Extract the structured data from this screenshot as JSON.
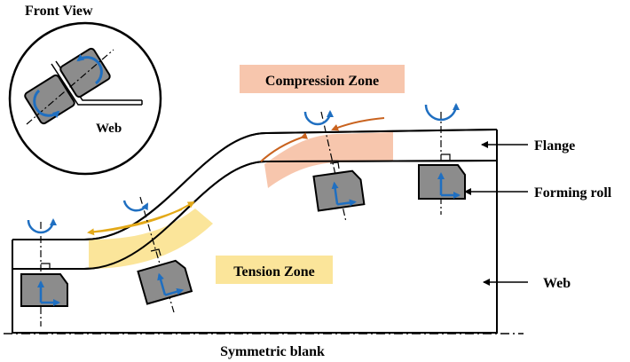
{
  "labels": {
    "front_view": "Front View",
    "front_web": "Web",
    "compression_zone": "Compression Zone",
    "tension_zone": "Tension Zone",
    "flange": "Flange",
    "forming_roll": "Forming roll",
    "web": "Web",
    "symmetric_blank": "Symmetric blank"
  },
  "colors": {
    "compression_fill": "#f7c6ad",
    "tension_fill": "#fbe59a",
    "roll_fill": "#8c8c8c",
    "axis_blue": "#1f6fc1",
    "compression_arrow": "#c9631f",
    "tension_arrow": "#e3a919"
  }
}
